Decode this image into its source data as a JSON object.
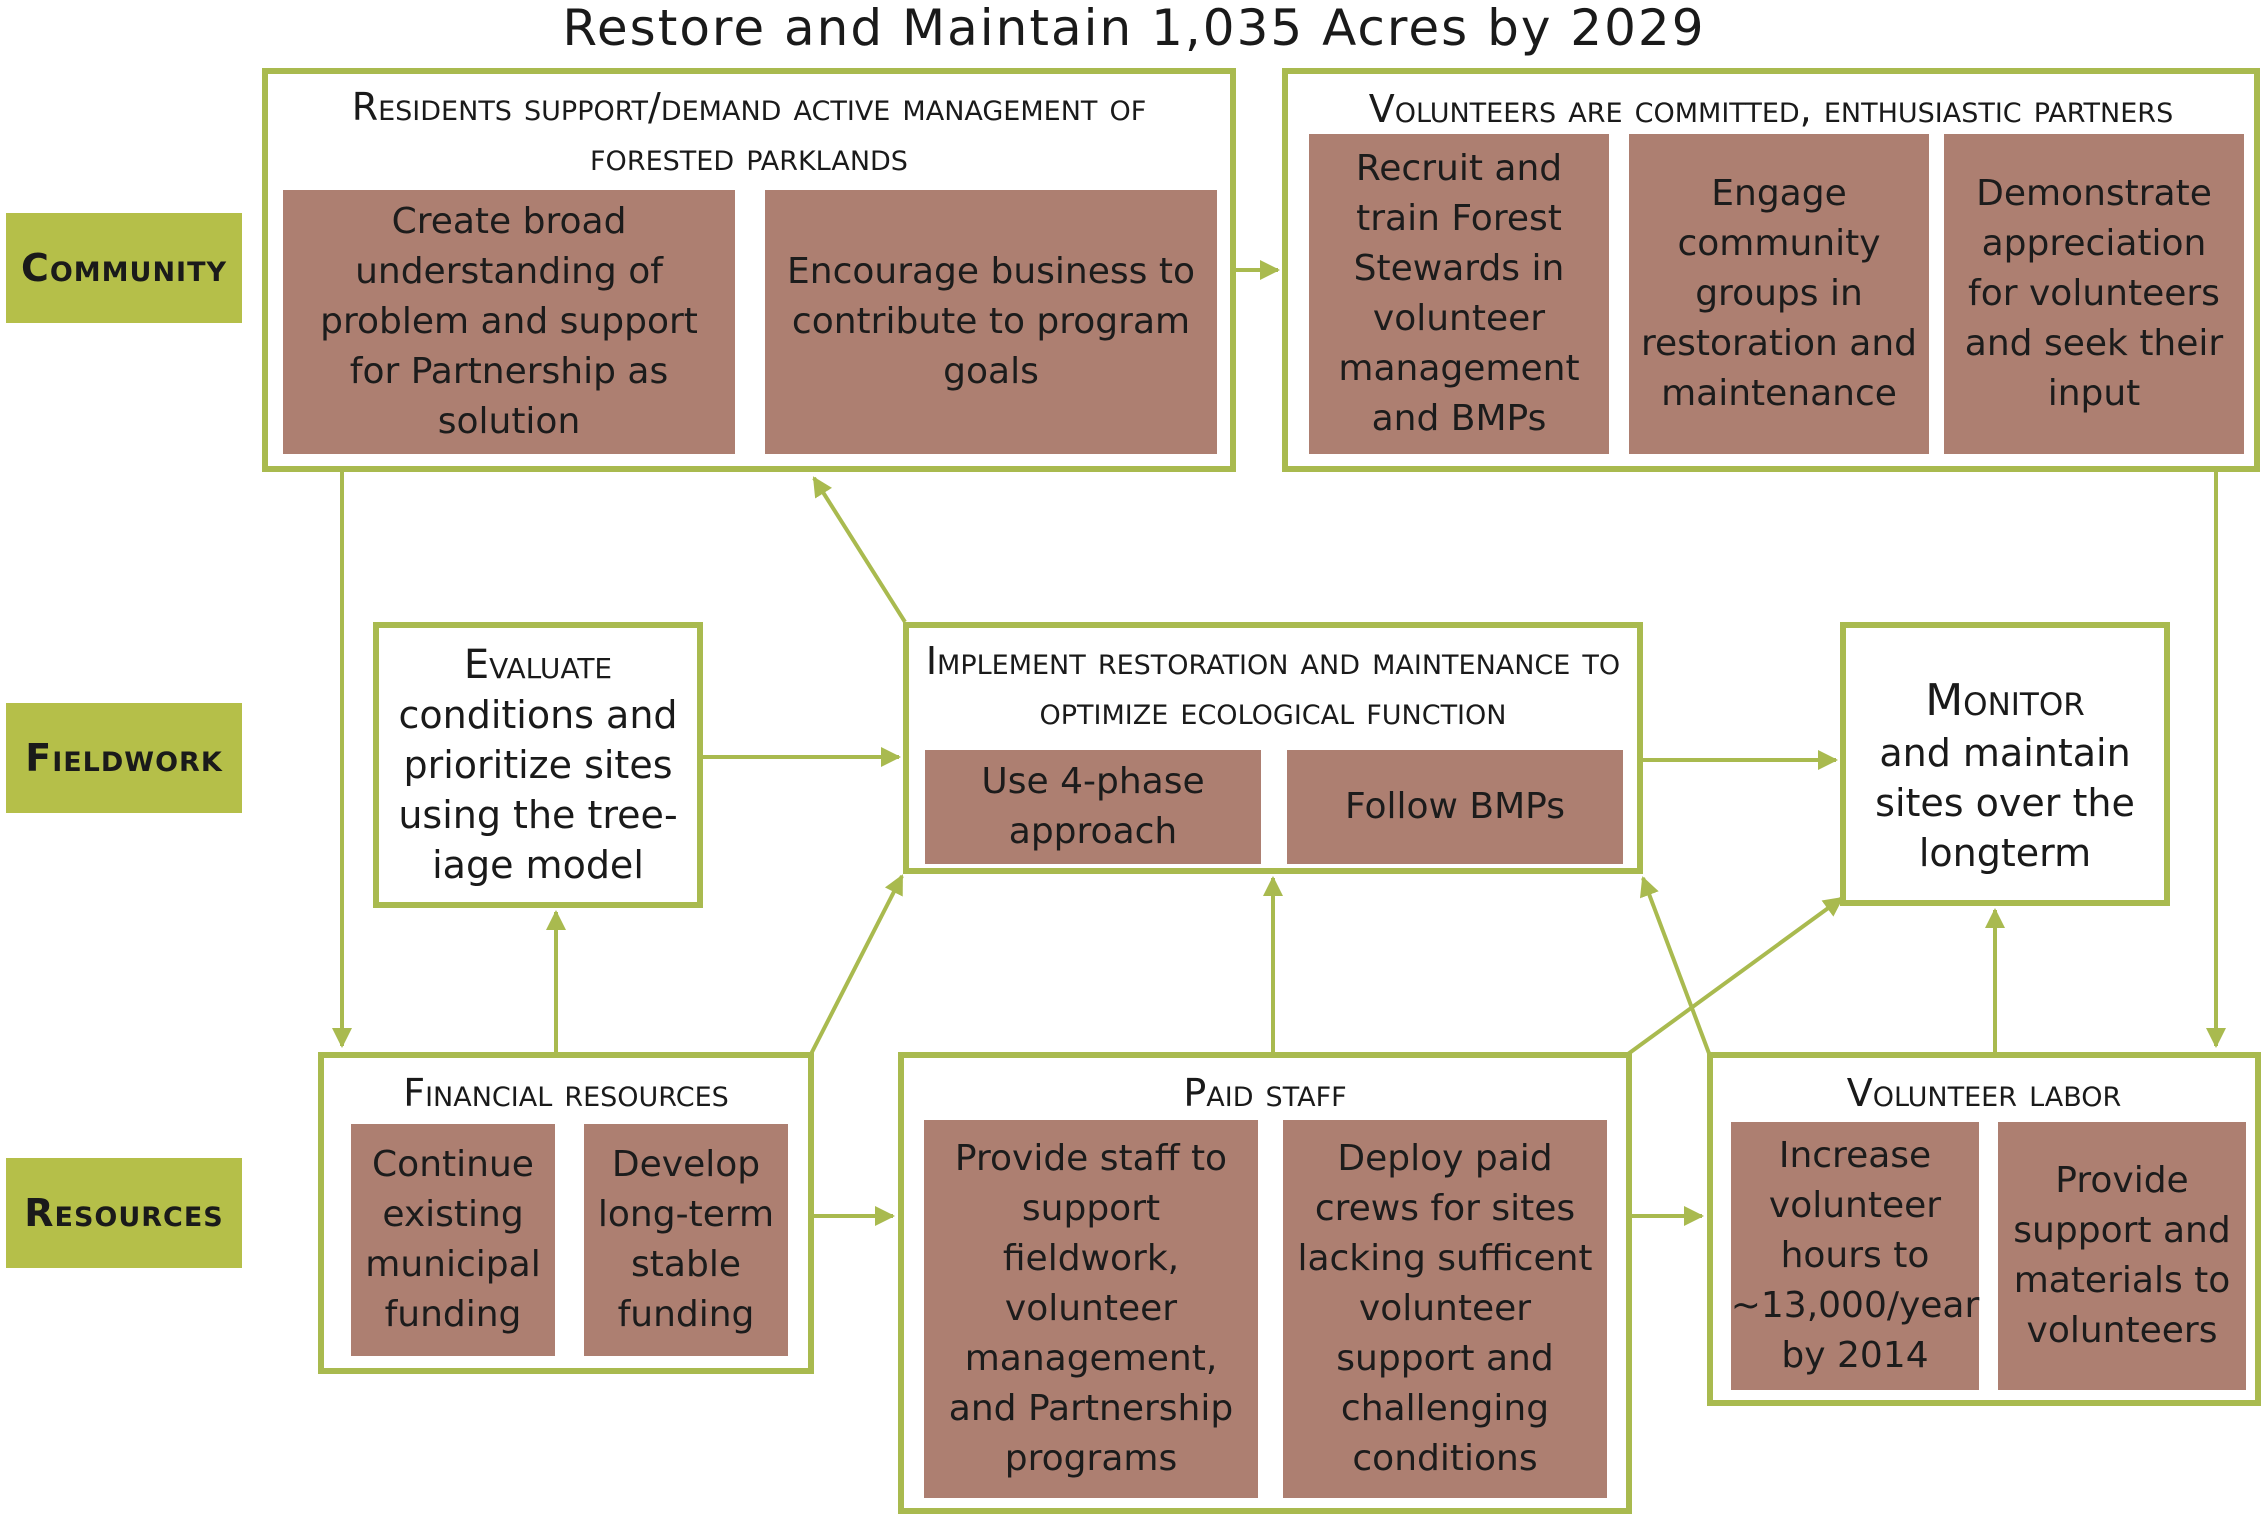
{
  "title": "Restore and Maintain 1,035 Acres by 2029",
  "rows": {
    "community": "Community",
    "fieldwork": "Fieldwork",
    "resources": "Resources"
  },
  "residents": {
    "title": "Residents support/demand active management of forested parklands",
    "cards": [
      "Create broad understanding of problem and support for Partnership as solution",
      "Encourage business to contribute to program goals"
    ]
  },
  "volunteers": {
    "title": "Volunteers are committed, enthusiastic partners",
    "cards": [
      "Recruit and train Forest Stewards in volunteer management and BMPs",
      "Engage community groups in restoration and maintenance",
      "Demonstrate appreciation for volunteers and seek their input"
    ]
  },
  "evaluate": {
    "title": "Evaluate",
    "text": "conditions and prioritize sites using the tree-iage model"
  },
  "implement": {
    "title": "Implement restoration and maintenance to optimize ecological function",
    "cards": [
      "Use 4-phase approach",
      "Follow BMPs"
    ]
  },
  "monitor": {
    "title": "Monitor",
    "text": "and maintain sites over the longterm"
  },
  "financial": {
    "title": "Financial resources",
    "cards": [
      "Continue existing municipal funding",
      "Develop long-term stable funding"
    ]
  },
  "paid_staff": {
    "title": "Paid staff",
    "cards": [
      "Provide staff to support fieldwork, volunteer management, and Partnership programs",
      "Deploy paid crews for sites lacking suffic​ent volunteer support and challenging conditions"
    ]
  },
  "volunteer_labor": {
    "title": "Volunteer labor",
    "cards": [
      "Increase volunteer hours to ~13,000/year by 2014",
      "Provide support and materials to volunteers"
    ]
  },
  "colors": {
    "frame_border": "#a9ba4f",
    "row_label": "#b5bf49",
    "card": "#ad7f71",
    "arrow": "#a9ba4f"
  }
}
